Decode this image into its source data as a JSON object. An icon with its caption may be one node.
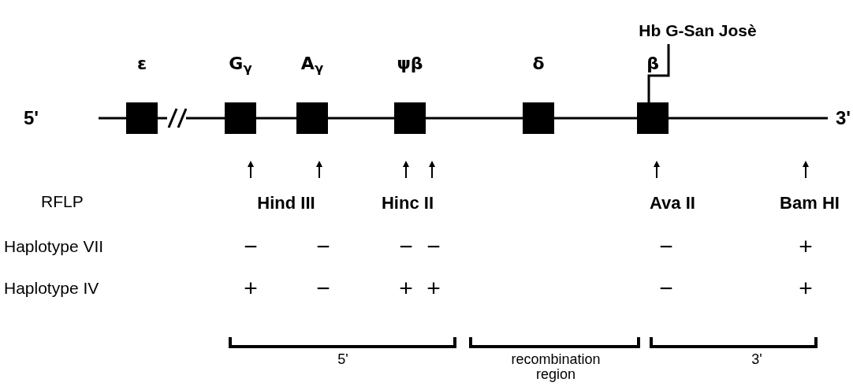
{
  "diagram": {
    "nodes": [
      {
        "text": [
          "ε"
        ]
      },
      {
        "text": [
          "G$_{γ}$"
        ]
      },
      {
        "text": [
          "A$_{γ}$"
        ]
      },
      {
        "text": [
          "ψβ"
        ]
      },
      {
        "text": [
          "δ"
        ]
      },
      {
        "text": [
          "β"
        ]
      },
      {
        "text": [
          "Hb G-San Josè"
        ]
      }
    ],
    "edges": [
      {
        "from": 6,
        "to": 5,
        "arrow": "none"
      }
    ],
    "labels": [
      "5'",
      "3'",
      "RFLP",
      "Hind III",
      "Hinc II",
      "Ava II",
      "Bam HI",
      "Haplotype VII",
      "−",
      "−",
      "−",
      "−",
      "−",
      "+",
      "Haplotype IV",
      "+",
      "−",
      "+",
      "+",
      "−",
      "+",
      "5'",
      "recombination region",
      "3'"
    ]
  }
}
